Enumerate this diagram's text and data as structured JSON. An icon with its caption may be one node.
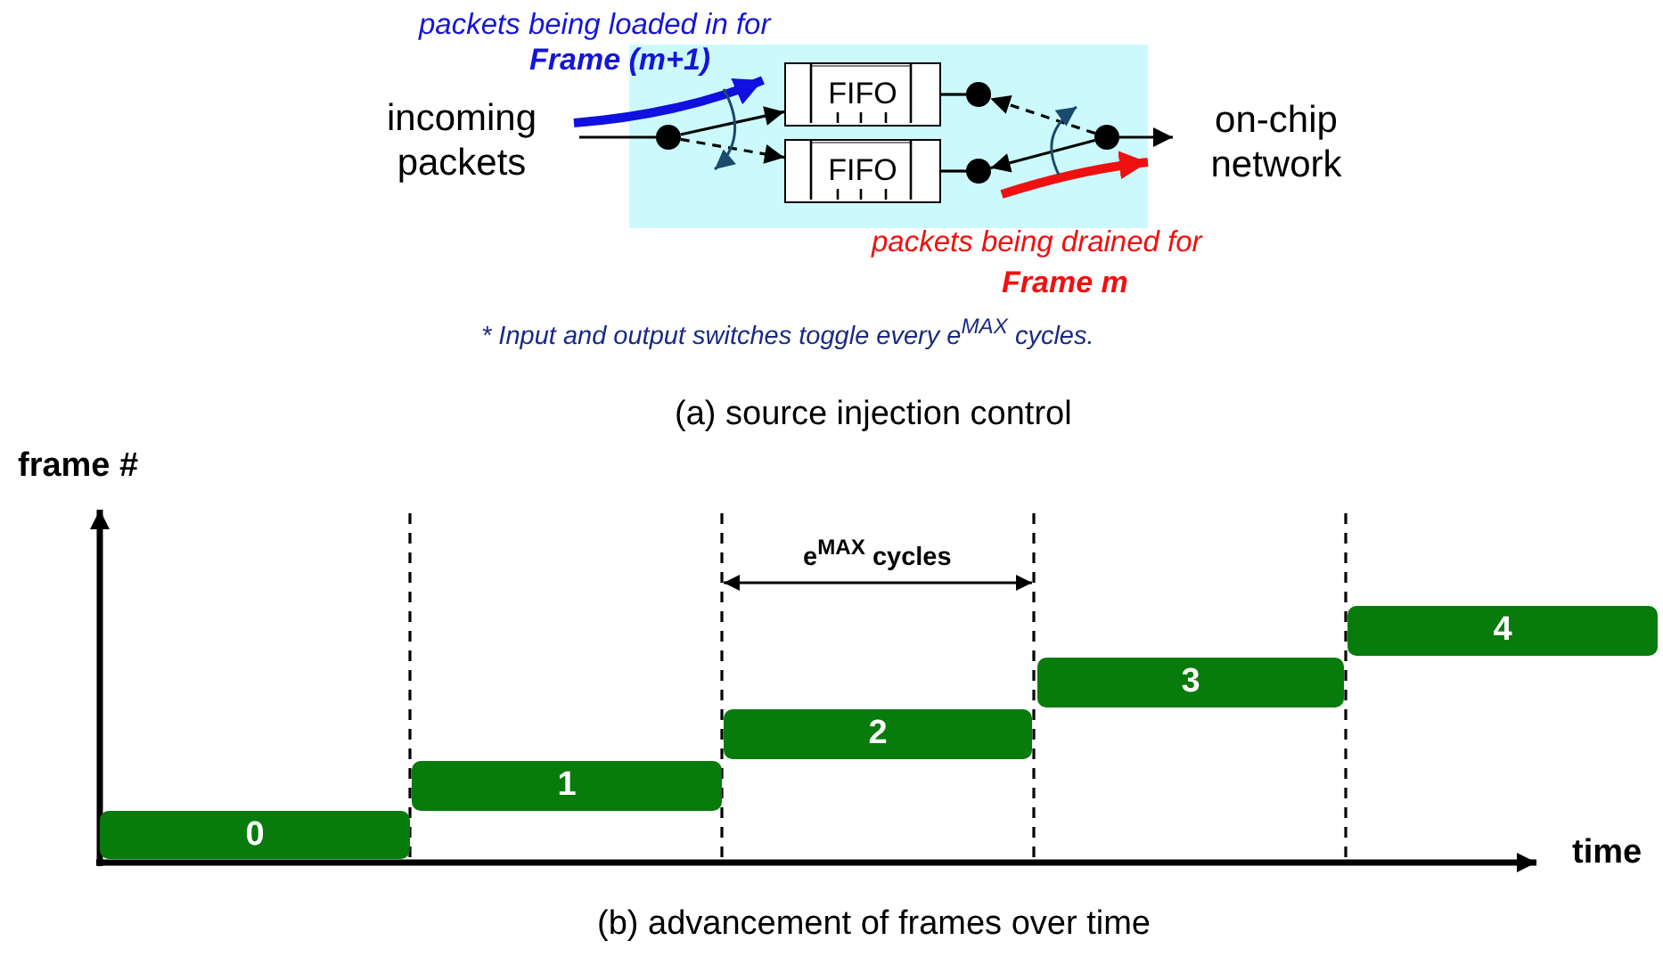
{
  "diagram": {
    "nodes": [
      {
        "text": [
          "incoming packets"
        ]
      },
      {
        "text": [],
        "shape": "box"
      },
      {
        "text": [],
        "shape": "circle",
        "in": 1
      },
      {
        "text": [
          "FIFO"
        ],
        "in": 1
      },
      {
        "text": [
          "FIFO"
        ],
        "in": 1
      },
      {
        "text": [],
        "shape": "circle",
        "in": 1
      },
      {
        "text": [],
        "shape": "circle",
        "in": 1
      },
      {
        "text": [],
        "shape": "circle",
        "in": 1
      },
      {
        "text": [
          "on-chip network"
        ]
      },
      {
        "text": [
          "0"
        ]
      },
      {
        "text": [
          "1"
        ]
      },
      {
        "text": [
          "2"
        ]
      },
      {
        "text": [
          "3"
        ]
      },
      {
        "text": [
          "4"
        ]
      }
    ],
    "edges": [
      {
        "from": 0,
        "to": 2,
        "arrow": "none"
      },
      {
        "from": 2,
        "to": 3,
        "arrow": "to"
      },
      {
        "from": 2,
        "to": 4,
        "arrow": "to",
        "style": "dashed"
      },
      {
        "from": 3,
        "to": 5,
        "arrow": "none"
      },
      {
        "from": 4,
        "to": 6,
        "arrow": "none"
      },
      {
        "from": 7,
        "to": 5,
        "arrow": "to",
        "style": "dashed"
      },
      {
        "from": 7,
        "to": 6,
        "arrow": "to"
      },
      {
        "from": 7,
        "to": 8,
        "arrow": "to"
      }
    ],
    "labels": [
      "packets being loaded in for",
      "Frame (m+1)",
      "packets being drained for",
      "Frame m",
      "* Input and output switches toggle every e$^{MAX}$ cycles.",
      "(a) source injection control",
      "frame #",
      "e$^{MAX}$ cycles",
      "time",
      "(b) advancement of frames over time"
    ]
  }
}
